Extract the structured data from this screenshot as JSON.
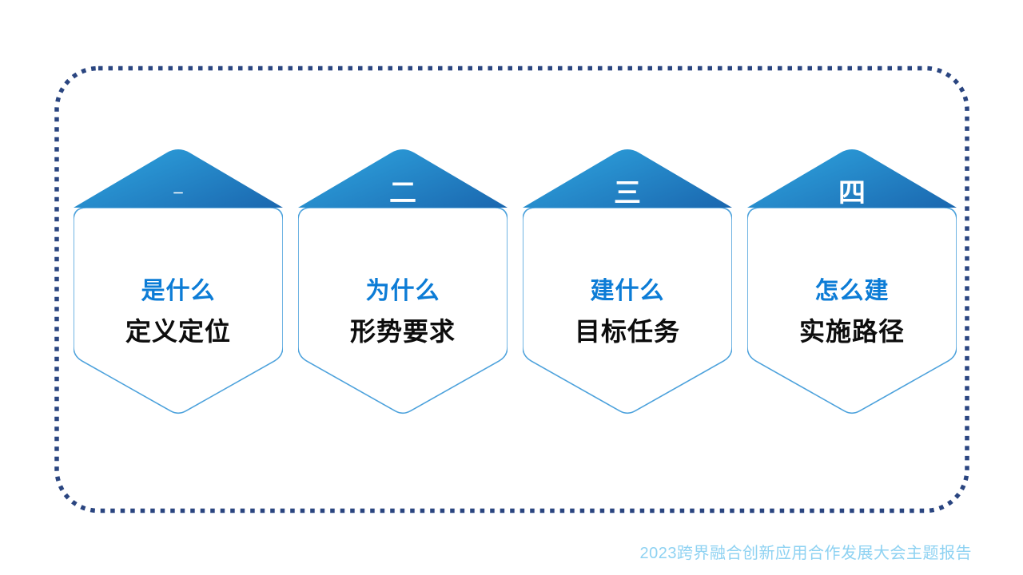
{
  "slide": {
    "footer": "2023跨界融合创新应用合作发展大会主题报告"
  },
  "cards": [
    {
      "number": "一",
      "title": "是什么",
      "subtitle": "定义定位"
    },
    {
      "number": "二",
      "title": "为什么",
      "subtitle": "形势要求"
    },
    {
      "number": "三",
      "title": "建什么",
      "subtitle": "目标任务"
    },
    {
      "number": "四",
      "title": "怎么建",
      "subtitle": "实施路径"
    }
  ],
  "colors": {
    "dashed_border": "#2a4580",
    "card_border": "#4da2dc",
    "arrow_gradient_start": "#2fa7e1",
    "arrow_gradient_end": "#1659a4",
    "title_blue": "#0c7cd6",
    "subtitle_black": "#0d0d0d",
    "number_white": "#ffffff",
    "footer_blue": "#8ed2f2"
  }
}
